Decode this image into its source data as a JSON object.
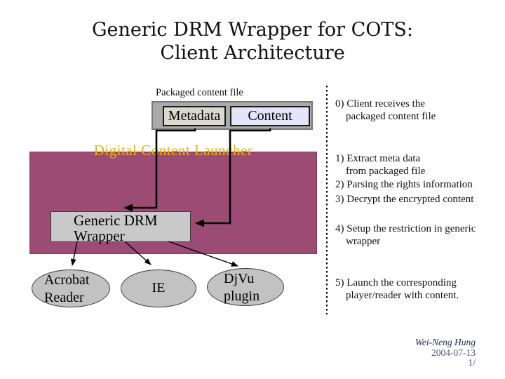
{
  "title": {
    "line1": "Generic DRM Wrapper for COTS:",
    "line2": "Client Architecture"
  },
  "diagram": {
    "packaged_file_label": "Packaged content file",
    "metadata_label": "Metadata",
    "content_label": "Content",
    "launcher_label": "Digital Content Launcher",
    "wrapper": {
      "line1": "Generic DRM",
      "line2": "Wrapper"
    },
    "apps": [
      {
        "line1": "Acrobat",
        "line2": "Reader"
      },
      {
        "line1": "IE",
        "line2": ""
      },
      {
        "line1": "DjVu",
        "line2": "plugin"
      }
    ],
    "colors": {
      "launcher_fill": "#9c4c74",
      "launcher_text": "#edb406",
      "wrapper_fill": "#c9c9c9",
      "package_outer_fill": "#aaaaaa",
      "metadata_fill": "#d9d9d1",
      "content_fill": "#e5e5f7",
      "ellipse_fill": "#c2c2c2",
      "connector": "#000000"
    }
  },
  "steps": [
    {
      "line1": "0) Client receives the",
      "line2": "packaged content file"
    },
    {
      "line1": "1) Extract meta data",
      "line2": "from packaged file"
    },
    {
      "line1": "2) Parsing the rights information",
      "line2": ""
    },
    {
      "line1": "3) Decrypt the encrypted content",
      "line2": ""
    },
    {
      "line1": "4) Setup the restriction in generic",
      "line2": "wrapper"
    },
    {
      "line1": "5) Launch the corresponding",
      "line2": "player/reader with content."
    }
  ],
  "footer": {
    "author": "Wei-Neng Hung",
    "date": "2004-07-13",
    "page": "1/"
  }
}
